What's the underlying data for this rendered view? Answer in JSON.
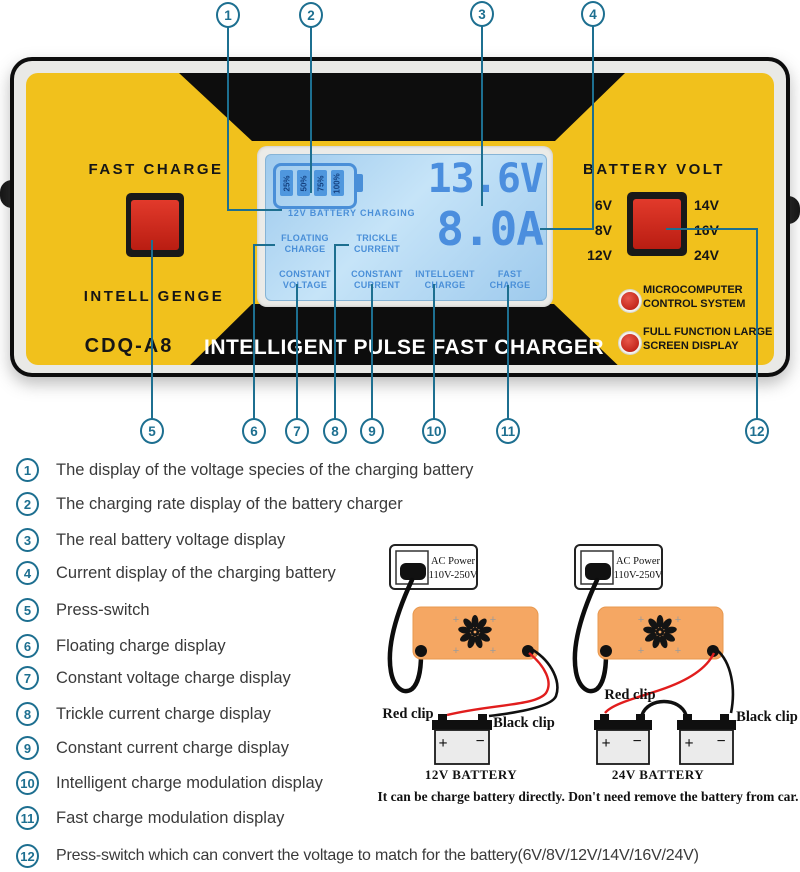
{
  "colors": {
    "accent_teal": "#1d6f90",
    "body_yellow": "#f1c11c",
    "button_red": "#cf2318",
    "lcd_background": "#b3d9f3",
    "lcd_text": "#4a8fd8",
    "banner_black": "#0d0d0d",
    "diagram_orange": "#f5a763",
    "wire_red": "#e11d1d"
  },
  "charger": {
    "fast_charge_label": "FAST CHARGE",
    "intelligence_label": "INTELL GENGE",
    "model": "CDQ-A8",
    "banner": "INTELLIGENT PULSE FAST CHARGER",
    "battery_volt_label": "BATTERY VOLT",
    "volt_left": [
      "6V",
      "8V",
      "12V"
    ],
    "volt_right": [
      "14V",
      "16V",
      "24V"
    ],
    "led1_line1": "MICROCOMPUTER",
    "led1_line2": "CONTROL SYSTEM",
    "led2_line1": "FULL FUNCTION LARGE",
    "led2_line2": "SCREEN DISPLAY",
    "lcd": {
      "battery_levels": [
        "25%",
        "50%",
        "75%",
        "100%"
      ],
      "status": "12V BATTERY CHARGING",
      "modes": [
        [
          "FLOATING",
          "CHARGE"
        ],
        [
          "TRICKLE",
          "CURRENT"
        ],
        [
          "CONSTANT",
          "VOLTAGE"
        ],
        [
          "CONSTANT",
          "CURRENT"
        ],
        [
          "INTELLGENT",
          "CHARGE"
        ],
        [
          "FAST",
          "CHARGE"
        ]
      ],
      "voltage": "13.6V",
      "current": "8.0A"
    }
  },
  "annotations": [
    {
      "num": "1",
      "text": "The display of the voltage species of the charging battery"
    },
    {
      "num": "2",
      "text": "The charging rate display of the battery charger"
    },
    {
      "num": "3",
      "text": "The real battery voltage display"
    },
    {
      "num": "4",
      "text": "Current display of the charging battery"
    },
    {
      "num": "5",
      "text": "Press-switch"
    },
    {
      "num": "6",
      "text": "Floating charge display"
    },
    {
      "num": "7",
      "text": "Constant voltage charge display"
    },
    {
      "num": "8",
      "text": "Trickle current charge display"
    },
    {
      "num": "9",
      "text": "Constant current charge display"
    },
    {
      "num": "10",
      "text": "Intelligent charge modulation display"
    },
    {
      "num": "11",
      "text": "Fast charge modulation display"
    },
    {
      "num": "12",
      "text": "Press-switch which can convert the voltage to match for the battery(6V/8V/12V/14V/16V/24V)"
    }
  ],
  "wiring": {
    "outlet_line1": "AC Power",
    "outlet_line2": "110V-250V",
    "red_clip": "Red clip",
    "black_clip": "Black clip",
    "plus": "+",
    "minus": "−",
    "battery1": "12V BATTERY",
    "battery2": "24V BATTERY",
    "caption": "It can be charge battery directly. Don't need remove the battery from car."
  }
}
